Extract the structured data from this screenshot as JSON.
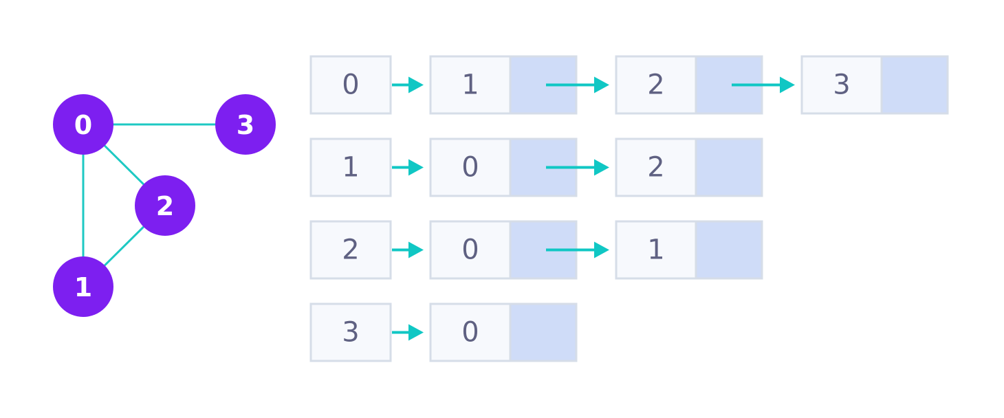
{
  "colors": {
    "node_fill": "#7d1ff0",
    "node_text": "#ffffff",
    "edge": "#1ec9c3",
    "arrow": "#10c7c4",
    "cell_fill": "#f7f9fd",
    "cell_border": "#d6dde8",
    "pointer_fill": "#cfdcf8",
    "cell_text": "#5f6182"
  },
  "graph": {
    "nodes": [
      {
        "id": "0",
        "label": "0"
      },
      {
        "id": "1",
        "label": "1"
      },
      {
        "id": "2",
        "label": "2"
      },
      {
        "id": "3",
        "label": "3"
      }
    ],
    "edges": [
      {
        "from": "0",
        "to": "3"
      },
      {
        "from": "0",
        "to": "1"
      },
      {
        "from": "0",
        "to": "2"
      },
      {
        "from": "2",
        "to": "1"
      }
    ]
  },
  "adjacency_list": [
    {
      "vertex": "0",
      "neighbors": [
        "1",
        "2",
        "3"
      ]
    },
    {
      "vertex": "1",
      "neighbors": [
        "0",
        "2"
      ]
    },
    {
      "vertex": "2",
      "neighbors": [
        "0",
        "1"
      ]
    },
    {
      "vertex": "3",
      "neighbors": [
        "0"
      ]
    }
  ]
}
